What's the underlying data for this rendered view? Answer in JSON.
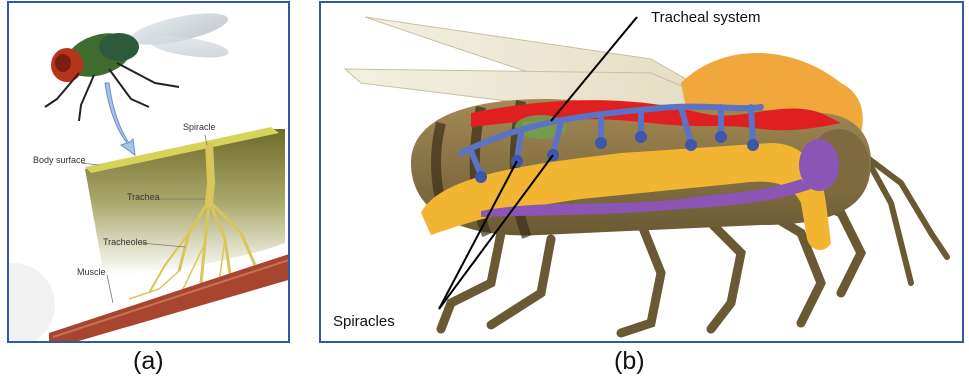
{
  "panel_a": {
    "labels": {
      "spiracle": "Spiracle",
      "body_surface": "Body surface",
      "trachea": "Trachea",
      "tracheoles": "Tracheoles",
      "muscle": "Muscle"
    },
    "caption": "(a)"
  },
  "panel_b": {
    "labels": {
      "tracheal_system": "Tracheal system",
      "spiracles": "Spiracles"
    },
    "caption": "(b)"
  },
  "colors": {
    "border": "#2e5aa8",
    "trachea_blue": "#5b73c4",
    "vessel_red": "#e02020",
    "gut_yellow": "#f2b531",
    "nerve_purple": "#8a55b5"
  }
}
